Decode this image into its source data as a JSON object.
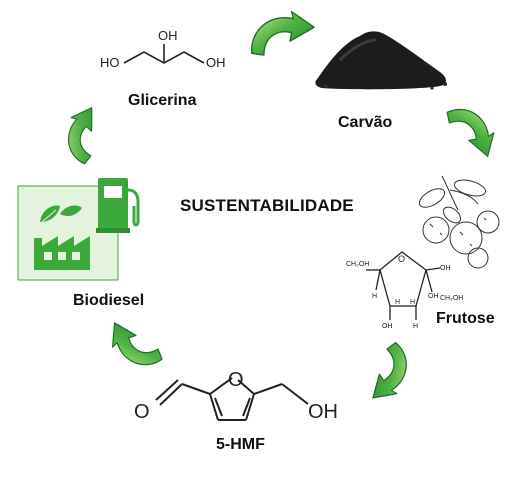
{
  "title": "SUSTENTABILIDADE",
  "labels": {
    "glicerina": "Glicerina",
    "carvao": "Carvão",
    "frutose": "Frutose",
    "hmf": "5-HMF",
    "biodiesel": "Biodiesel"
  },
  "glycerol_atoms": {
    "oh_left": "HO",
    "oh_top": "OH",
    "oh_right": "OH"
  },
  "fructose_atoms": {
    "ch2oh_left": "CH₂OH",
    "o_ring": "O",
    "oh_right": "OH",
    "h1": "H",
    "h2": "H",
    "h3": "H",
    "oh_low_left": "OH",
    "oh_low_mid": "OH",
    "ch2oh_right": "CH₂OH",
    "h4": "H"
  },
  "hmf_atoms": {
    "o_aldehyde": "O",
    "o_ring": "O",
    "oh": "OH"
  },
  "colors": {
    "arrow_green": "#2f9e3a",
    "arrow_green_light": "#9ad36a",
    "factory_green": "#3aa83a",
    "factory_bg": "#e4f3dd",
    "charcoal": "#1c1c1c"
  },
  "icons": [
    "glycerol-structure",
    "charcoal-pile-icon",
    "fruit-branch-icon",
    "fructose-structure",
    "hmf-structure",
    "biodiesel-factory-icon",
    "fuel-pump-icon",
    "leaf-icon",
    "cycle-arrow-icon"
  ]
}
